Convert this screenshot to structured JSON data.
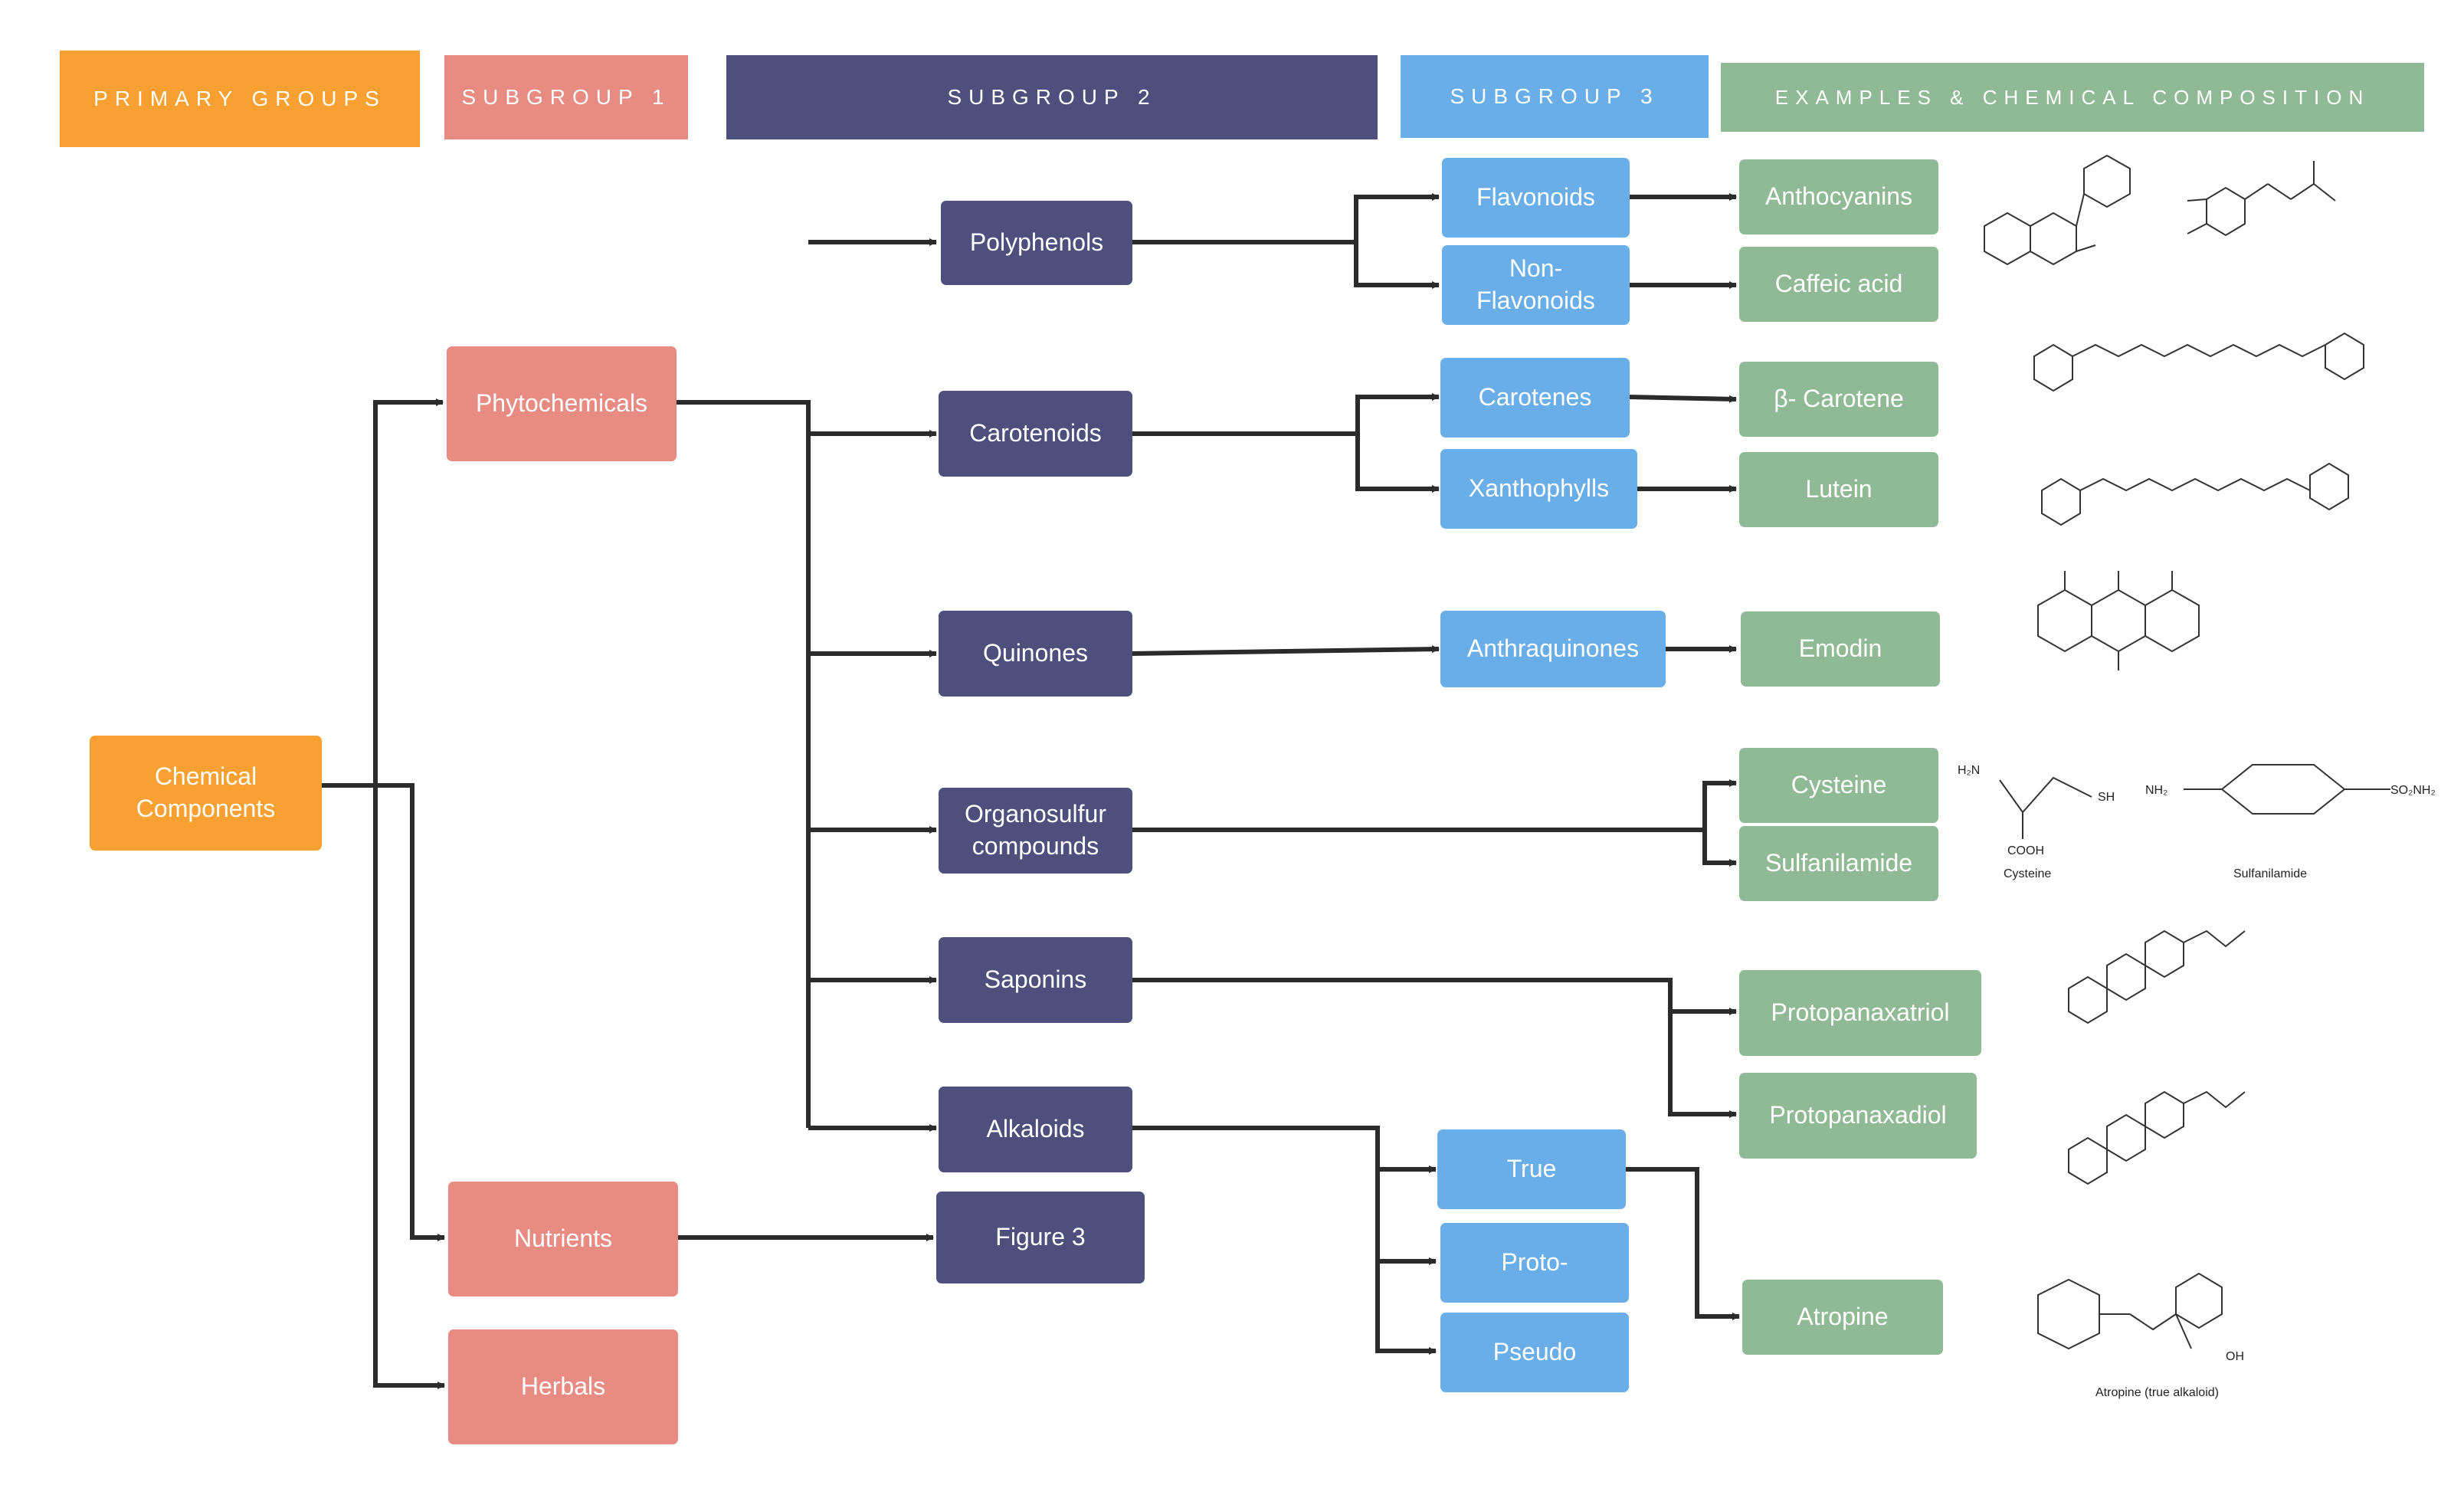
{
  "headers": {
    "primary": "PRIMARY GROUPS",
    "subgroup1": "SUBGROUP 1",
    "subgroup2": "SUBGROUP 2",
    "subgroup3": "SUBGROUP 3",
    "examples": "EXAMPLES & CHEMICAL COMPOSITION"
  },
  "primary": {
    "chemical_components": "Chemical\nComponents"
  },
  "subgroup1": {
    "phytochemicals": "Phytochemicals",
    "nutrients": "Nutrients",
    "herbals": "Herbals"
  },
  "subgroup2": {
    "polyphenols": "Polyphenols",
    "carotenoids": "Carotenoids",
    "quinones": "Quinones",
    "organosulfur": "Organosulfur\ncompounds",
    "saponins": "Saponins",
    "alkaloids": "Alkaloids",
    "figure3": "Figure 3"
  },
  "subgroup3": {
    "flavonoids": "Flavonoids",
    "non_flavonoids": "Non-\nFlavonoids",
    "carotenes": "Carotenes",
    "xanthophylls": "Xanthophylls",
    "anthraquinones": "Anthraquinones",
    "true": "True",
    "proto": "Proto-",
    "pseudo": "Pseudo"
  },
  "examples": {
    "anthocyanins": "Anthocyanins",
    "caffeic_acid": "Caffeic acid",
    "beta_carotene": "β- Carotene",
    "lutein": "Lutein",
    "emodin": "Emodin",
    "cysteine": "Cysteine",
    "sulfanilamide": "Sulfanilamide",
    "protopanaxatriol": "Protopanaxatriol",
    "protopanaxadiol": "Protopanaxadiol",
    "atropine": "Atropine"
  },
  "structures": {
    "cysteine_caption": "Cysteine",
    "sulfanilamide_caption": "Sulfanilamide",
    "atropine_caption": "Atropine (true alkaloid)",
    "h2n": "H₂N",
    "sh": "SH",
    "cooh": "COOH",
    "nh2": "NH₂",
    "so2nh2": "SO₂NH₂",
    "oh": "OH"
  },
  "colors": {
    "primary": "#f8a132",
    "subgroup1": "#e88b83",
    "subgroup2": "#4e4f7d",
    "subgroup3": "#6aaee9",
    "examples": "#8fba95",
    "connector": "#2b2b2b"
  }
}
